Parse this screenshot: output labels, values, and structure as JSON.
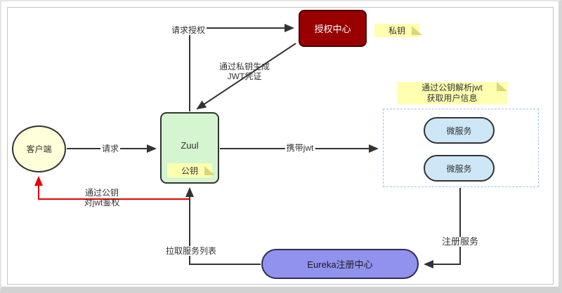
{
  "title": "jwt-auth-architecture-diagram",
  "colors": {
    "line": "#333333",
    "red_line": "#e60000",
    "note_fill": "#ffffb0",
    "note_fold": "#dbd87b",
    "dashed_border": "#9fc3e8"
  },
  "nodes": {
    "auth_center": {
      "label": "授权中心",
      "fill": "#990000",
      "text_color": "#ffffff"
    },
    "zuul": {
      "label": "Zuul",
      "fill": "#d5f5d0"
    },
    "client": {
      "label": "客户端",
      "fill": "#ffffd9"
    },
    "microservice_top": {
      "label": "微服务",
      "fill": "#cde7f6"
    },
    "microservice_bottom": {
      "label": "微服务",
      "fill": "#cde7f6"
    },
    "eureka": {
      "label": "Eureka注册中心",
      "fill": "#9191ee"
    }
  },
  "notes": {
    "private_key": {
      "label": "私钥"
    },
    "public_key": {
      "label": "公钥"
    },
    "parse_jwt": {
      "line1": "通过公钥解析jwt",
      "line2": "获取用户信息"
    }
  },
  "edges": {
    "request_auth": {
      "label": "请求授权"
    },
    "gen_jwt": {
      "line1": "通过私钥生成",
      "line2": "JWT凭证"
    },
    "request": {
      "label": "请求"
    },
    "carry_jwt": {
      "label": "携带jwt"
    },
    "verify_jwt": {
      "line1": "通过公钥",
      "line2": "对jwt鉴权"
    },
    "pull_services": {
      "label": "拉取服务列表"
    },
    "register_service": {
      "label": "注册服务"
    }
  }
}
